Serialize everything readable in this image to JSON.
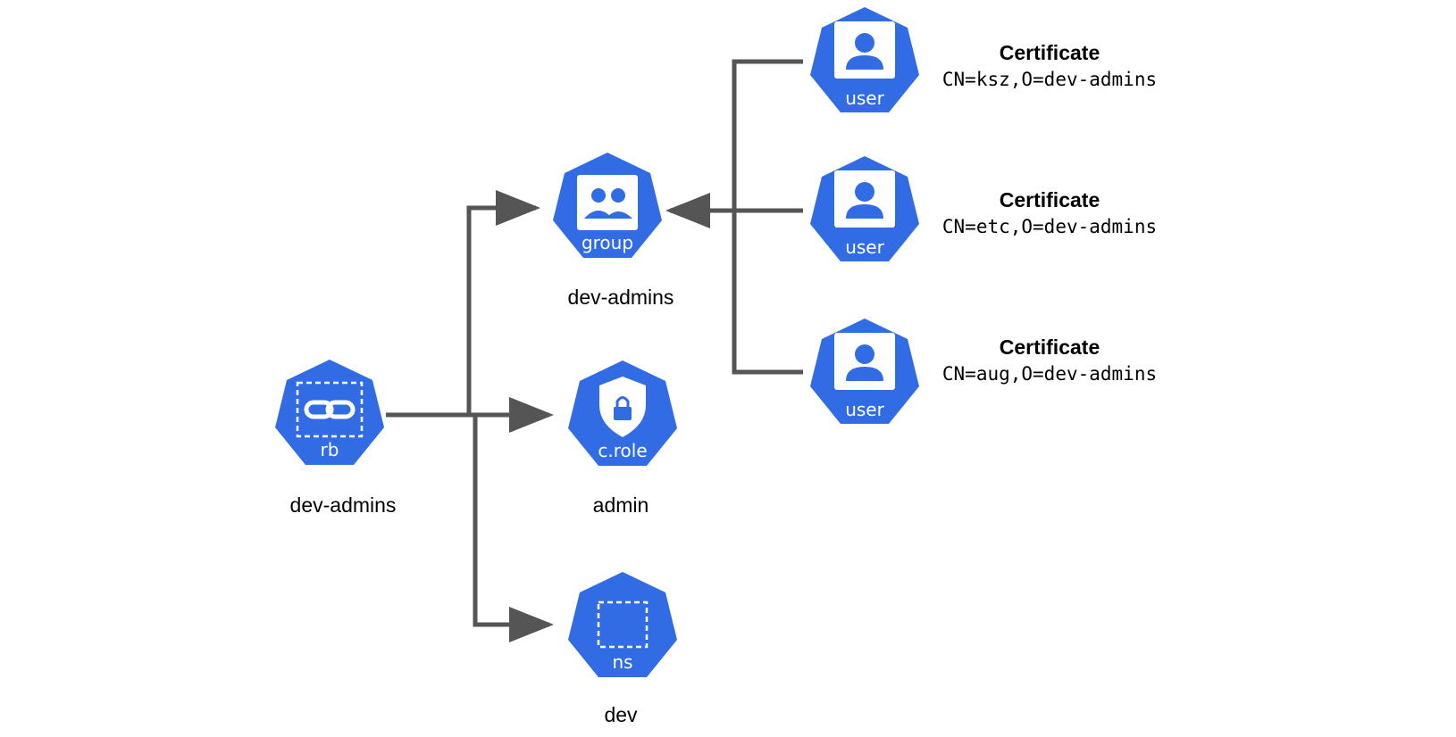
{
  "colors": {
    "node_fill": "#326ce5",
    "node_glyph": "#ffffff",
    "connector": "#555555",
    "text": "#000000"
  },
  "nodes": {
    "rb": {
      "type_label": "rb",
      "icon": "link-icon",
      "caption": "dev-admins"
    },
    "group": {
      "type_label": "group",
      "icon": "users-icon",
      "caption": "dev-admins"
    },
    "crole": {
      "type_label": "c.role",
      "icon": "shield-lock-icon",
      "caption": "admin"
    },
    "ns": {
      "type_label": "ns",
      "icon": "namespace-icon",
      "caption": "dev"
    },
    "users": [
      {
        "type_label": "user",
        "icon": "user-icon",
        "cert_title": "Certificate",
        "cert_subject": "CN=ksz,O=dev-admins"
      },
      {
        "type_label": "user",
        "icon": "user-icon",
        "cert_title": "Certificate",
        "cert_subject": "CN=etc,O=dev-admins"
      },
      {
        "type_label": "user",
        "icon": "user-icon",
        "cert_title": "Certificate",
        "cert_subject": "CN=aug,O=dev-admins"
      }
    ]
  }
}
